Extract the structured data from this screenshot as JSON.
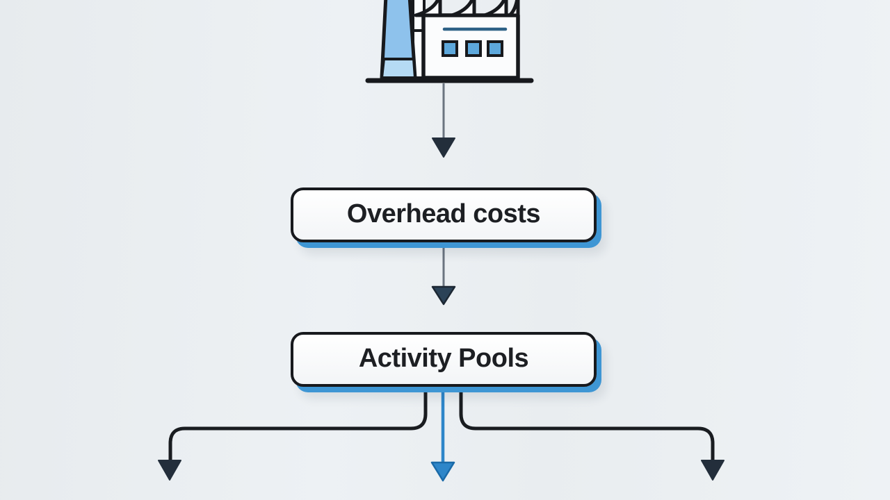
{
  "diagram": {
    "type": "flowchart",
    "nodes": {
      "factory": {
        "icon": "factory-icon",
        "label": ""
      },
      "overhead": {
        "label": "Overhead costs"
      },
      "activity": {
        "label": "Activity Pools"
      }
    },
    "edges": [
      {
        "from": "factory",
        "to": "overhead",
        "style": "thin-gray-stem",
        "arrowhead": "dark"
      },
      {
        "from": "overhead",
        "to": "activity",
        "style": "thin-gray-stem",
        "arrowhead": "navy"
      },
      {
        "from": "activity",
        "to": "offscreen-left",
        "style": "thick-black-elbow",
        "arrowhead": "dark"
      },
      {
        "from": "activity",
        "to": "offscreen-center",
        "style": "blue-straight",
        "arrowhead": "blue"
      },
      {
        "from": "activity",
        "to": "offscreen-right",
        "style": "thick-black-elbow",
        "arrowhead": "dark"
      }
    ]
  },
  "colors": {
    "background": "#edf1f4",
    "background-left": "#e7ebee",
    "ink": "#1d1f23",
    "box-border": "#17191d",
    "box-shadow-blue": "#3e96d4",
    "connector-gray": "#6b7480",
    "arrowhead-dark": "#232e3b",
    "arrowhead-navy": "#2b4257",
    "branch-black": "#191c20",
    "accent-blue": "#2e86c9",
    "icon-chimney-blue": "#8ec2ec",
    "icon-chimney-light": "#b5daf4",
    "icon-window-blue": "#5da8dc",
    "icon-line-blue": "#2d6186"
  }
}
